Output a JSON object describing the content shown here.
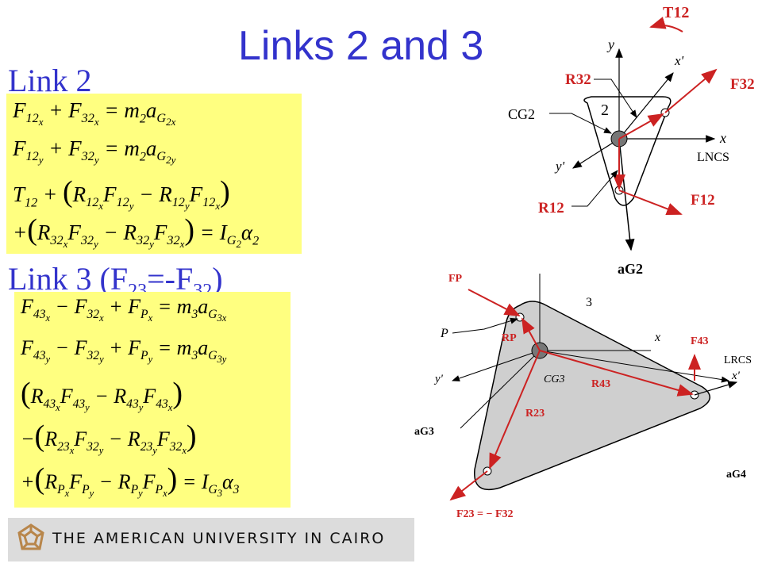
{
  "title": "Links 2 and 3",
  "link2": {
    "heading": "Link 2",
    "equations": [
      "F12x + F32x = m2 aG2x",
      "F12y + F32y = m2 aG2y",
      "T12 + (R12x F12y − R12y F12x)",
      "+(R32x F32y − R32y F32x) = IG2 α2"
    ]
  },
  "link3": {
    "heading_main": "Link 3 (F",
    "heading_sub1": "23",
    "heading_mid": "=-F",
    "heading_sub2": "32",
    "heading_end": ")",
    "equations": [
      "F43x − F32x + FPx = m3 aG3x",
      "F43y − F32y + FPy = m3 aG3y",
      "(R43x F43y − R43y F43x)",
      "−(R23x F32y − R23y F32x)",
      "+(RPx FPy − RPy FPx) = IG3 α3"
    ]
  },
  "diagram2": {
    "labels": {
      "torque": "T12",
      "y": "y",
      "x_prime": "x'",
      "x": "x",
      "y_prime": "y'",
      "r32": "R32",
      "f32": "F32",
      "cg2": "CG2",
      "link_number": "2",
      "lncs": "LNCS",
      "r12": "R12",
      "f12": "F12",
      "accel": "aG2"
    }
  },
  "diagram3": {
    "labels": {
      "fp": "FP",
      "p": "P",
      "rp": "RP",
      "link_number": "3",
      "x": "x",
      "f43": "F43",
      "lrcs": "LRCS",
      "x_prime": "x'",
      "y_prime": "y'",
      "cg3": "CG3",
      "r43": "R43",
      "r23": "R23",
      "accel3": "aG3",
      "f23_relation": "F23 = − F32",
      "accel4": "aG4"
    }
  },
  "footer": {
    "university": "THE AMERICAN UNIVERSITY IN CAIRO"
  },
  "colors": {
    "title": "#3333cc",
    "equation_bg": "#ffff80",
    "force": "#cc2222"
  }
}
